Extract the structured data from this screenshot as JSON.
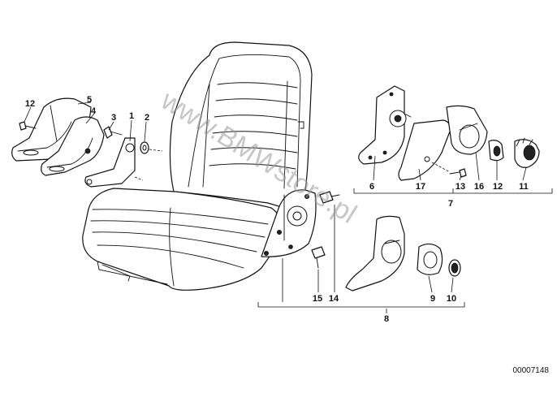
{
  "diagram": {
    "labels": {
      "p1": "1",
      "p2": "2",
      "p3": "3",
      "p4": "4",
      "p5": "5",
      "p6": "6",
      "p7": "7",
      "p8": "8",
      "p9": "9",
      "p10": "10",
      "p11": "11",
      "p12a": "12",
      "p12b": "12",
      "p13": "13",
      "p14": "14",
      "p15": "15",
      "p16": "16",
      "p17": "17"
    },
    "watermark": "www.BMWstore.pl",
    "catalog_number": "00007148"
  }
}
